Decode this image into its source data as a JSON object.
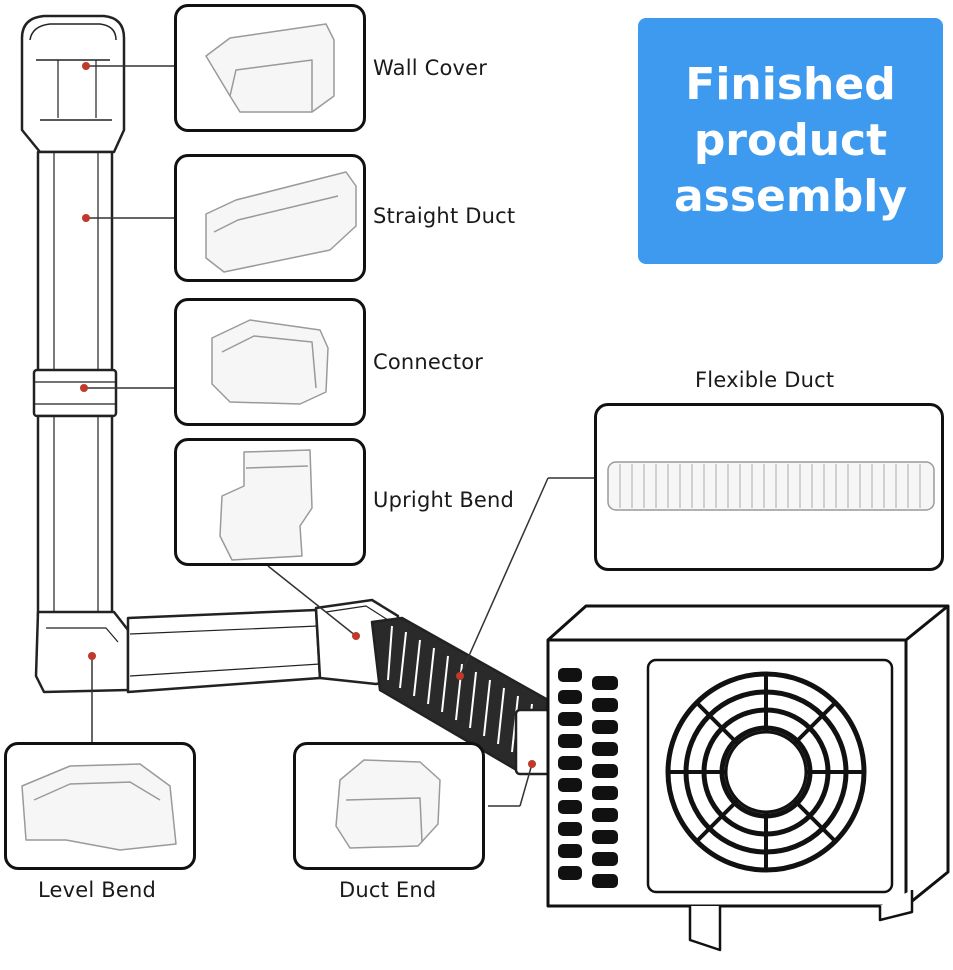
{
  "banner": {
    "text": "Finished\nproduct\nassembly"
  },
  "parts": {
    "wall_cover": "Wall Cover",
    "straight_duct": "Straight Duct",
    "connector": "Connector",
    "upright_bend": "Upright Bend",
    "flexible_duct": "Flexible Duct",
    "level_bend": "Level Bend",
    "duct_end": "Duct End"
  },
  "colors": {
    "banner": "#3d9aef",
    "marker": "#c0392b",
    "outline": "#111111"
  }
}
